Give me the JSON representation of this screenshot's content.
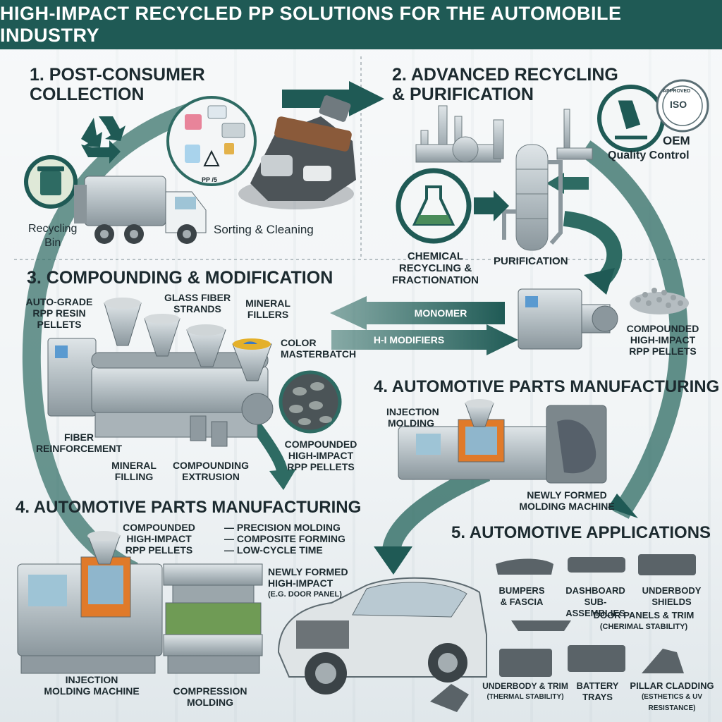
{
  "title": "HIGH-IMPACT RECYCLED PP SOLUTIONS FOR THE AUTOMOBILE INDUSTRY",
  "sections": {
    "s1": "1. POST-CONSUMER COLLECTION",
    "s1_line1": "1. POST-CONSUMER",
    "s1_line2": "COLLECTION",
    "s2_line1": "2. ADVANCED RECYCLING",
    "s2_line2": "& PURIFICATION",
    "s3": "3. COMPOUNDING & MODIFICATION",
    "s4_right": "4. AUTOMOTIVE PARTS MANUFACTURING",
    "s4_left": "4. AUTOMOTIVE PARTS MANUFACTURING",
    "s5": "5. AUTOMOTIVE APPLICATIONS"
  },
  "collection": {
    "recycling_bin_line1": "Recycling",
    "recycling_bin_line2": "Bin",
    "sorting": "Sorting & Cleaning",
    "pp_code": "PP /5"
  },
  "recycling": {
    "chemical_line1": "CHEMICAL",
    "chemical_line2": "RECYCLING &",
    "chemical_line3": "FRACTIONATION",
    "purification": "PURIFICATION",
    "oem": "OEM",
    "quality_control": "Quality Control",
    "iso": "ISO",
    "approved": "APPROVED"
  },
  "flows": {
    "monomer": "MONOMER",
    "hi_modifiers": "H-I MODIFIERS"
  },
  "compounding": {
    "resin_line1": "AUTO-GRADE",
    "resin_line2": "rPP RESIN",
    "resin_line3": "PELLETS",
    "glass_line1": "GLASS FIBER",
    "glass_line2": "STRANDS",
    "mineral_line1": "MINERAL",
    "mineral_line2": "FILLERS",
    "color_line1": "COLOR",
    "color_line2": "MASTERBATCH",
    "fiber_line1": "FIBER",
    "fiber_line2": "REINFORCEMENT",
    "filling_line1": "MINERAL",
    "filling_line2": "FILLING",
    "extrusion_line1": "COMPOUNDING",
    "extrusion_line2": "EXTRUSION",
    "pellets_line1": "COMPOUNDED",
    "pellets_line2": "HIGH-IMPACT",
    "pellets_line3": "rPP PELLETS"
  },
  "right_pellets": {
    "line1": "COMPOUNDED",
    "line2": "HIGH-IMPACT",
    "line3": "rPP PELLETS"
  },
  "manufacturing_right": {
    "injection_line1": "INJECTION",
    "injection_line2": "MOLDING",
    "newly_line1": "NEWLY FORMED",
    "newly_line2": "MOLDING MACHINE"
  },
  "manufacturing_left": {
    "pellets_line1": "COMPOUNDED",
    "pellets_line2": "HIGH-IMPACT",
    "pellets_line3": "rPP PELLETS",
    "bullet1": "PRECISION MOLDING",
    "bullet2": "COMPOSITE FORMING",
    "bullet3": "LOW-CYCLE TIME",
    "newly_line1": "NEWLY FORMED",
    "newly_line2": "HIGH-IMPACT",
    "newly_line3": "(e.g. DOOR PANEL)",
    "injection_line1": "INJECTION",
    "injection_line2": "MOLDING MACHINE",
    "compression_line1": "COMPRESSION",
    "compression_line2": "MOLDING"
  },
  "applications": {
    "bumpers_line1": "BUMPERS",
    "bumpers_line2": "& FASCIA",
    "dashboard_line1": "DASHBOARD",
    "dashboard_line2": "SUB-ASSEMBLIES",
    "underbody_line1": "UNDERBODY",
    "underbody_line2": "SHIELDS",
    "door_line1": "DOOR PANELS & TRIM",
    "door_line2": "(CHERIMAL STABILITY)",
    "trim_line1": "UNDERBODY & TRIM",
    "trim_line2": "(THERMAL STABILITY)",
    "battery_line1": "BATTERY",
    "battery_line2": "TRAYS",
    "pillar_line1": "PILLAR CLADDING",
    "pillar_line2": "(ESTHETICS & UV",
    "pillar_line3": "RESISTANCE)"
  },
  "colors": {
    "teal_dark": "#1f5a55",
    "teal_arrow": "#2e6b63",
    "machine_orange": "#e07a2a",
    "machine_grey": "#a9b3b8"
  }
}
